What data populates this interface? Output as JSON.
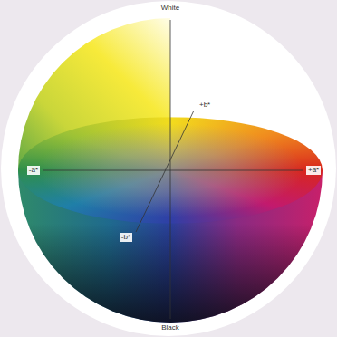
{
  "diagram": {
    "labels": [
      "White",
      "+b*",
      "-a*",
      "+a*",
      "-b*",
      "Black"
    ]
  }
}
